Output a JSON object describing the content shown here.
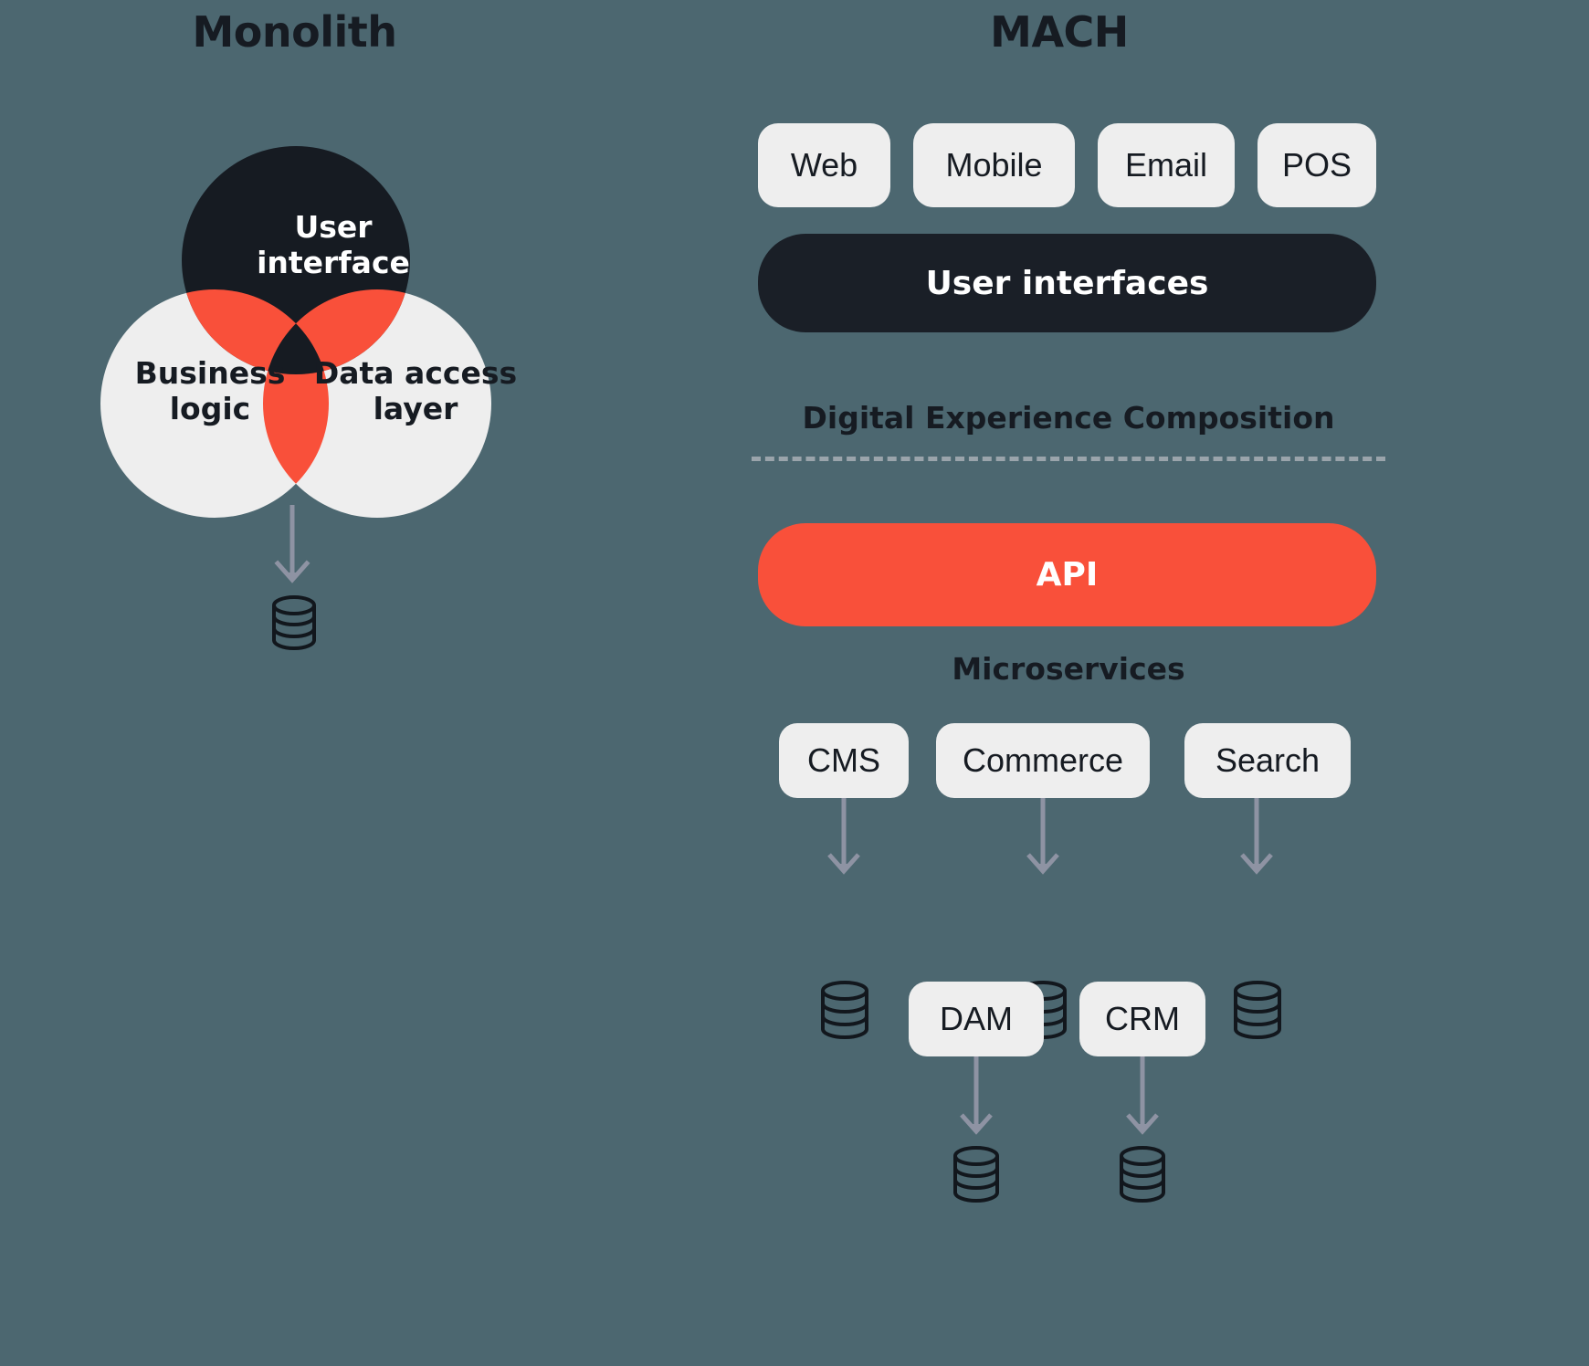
{
  "canvas": {
    "background_color": "#4c6770",
    "accent_color": "#f9503a",
    "dark_color": "#161b22",
    "light_color": "#eeeeee"
  },
  "left": {
    "title": "Monolith",
    "venn": {
      "circles": [
        {
          "id": "user-interface",
          "label": "User\ninterface",
          "fill": "#161b22",
          "text_color": "#ffffff"
        },
        {
          "id": "business-logic",
          "label": "Business\nlogic",
          "fill": "#eeeeee",
          "text_color": "#161b22"
        },
        {
          "id": "data-access-layer",
          "label": "Data access\nlayer",
          "fill": "#eeeeee",
          "text_color": "#161b22"
        }
      ],
      "overlap_fill": "#f9503a"
    },
    "database_icon": "database-cylinder-icon"
  },
  "right": {
    "title": "MACH",
    "channels": [
      "Web",
      "Mobile",
      "Email",
      "POS"
    ],
    "user_interfaces_bar": "User interfaces",
    "composition_label": "Digital Experience Composition",
    "api_bar": "API",
    "microservices_label": "Microservices",
    "microservices_row1": [
      "CMS",
      "Commerce",
      "Search"
    ],
    "microservices_row2": [
      "DAM",
      "CRM"
    ],
    "database_icon": "database-cylinder-icon",
    "arrow_icon": "arrow-down-icon"
  }
}
